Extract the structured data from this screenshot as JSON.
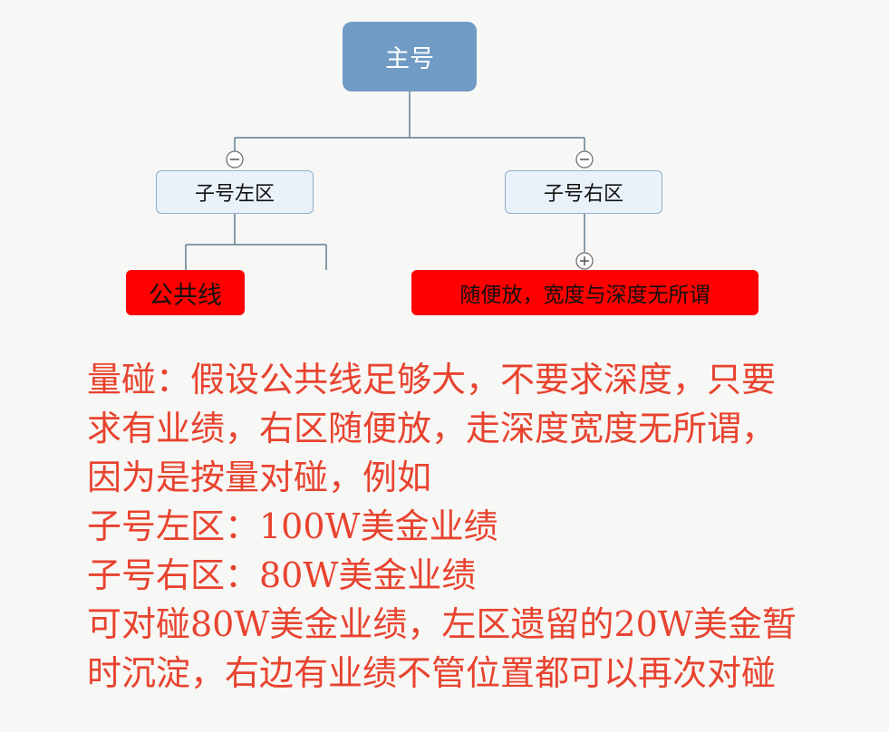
{
  "mindmap": {
    "root": {
      "label": "主号"
    },
    "children": [
      {
        "label": "子号左区",
        "leaf": "公共线"
      },
      {
        "label": "子号右区",
        "leaf": "随便放，宽度与深度无所谓"
      }
    ]
  },
  "description": [
    "量碰：假设公共线足够大，不要求深度，只要",
    "求有业绩，右区随便放，走深度宽度无所谓，",
    "因为是按量对碰，例如",
    "子号左区：100W美金业绩",
    "子号右区：80W美金业绩",
    "可对碰80W美金业绩，左区遗留的20W美金暂",
    "时沉淀，右边有业绩不管位置都可以再次对碰"
  ],
  "colors": {
    "root_fill": "#6f9bc4",
    "child_fill": "#e9f2fb",
    "child_border": "#8fb0cb",
    "leaf_fill": "#ff0000",
    "connector": "#5f7f95",
    "description_text": "#e8432f"
  },
  "icons": [
    "minus-circle-icon",
    "plus-circle-icon"
  ]
}
